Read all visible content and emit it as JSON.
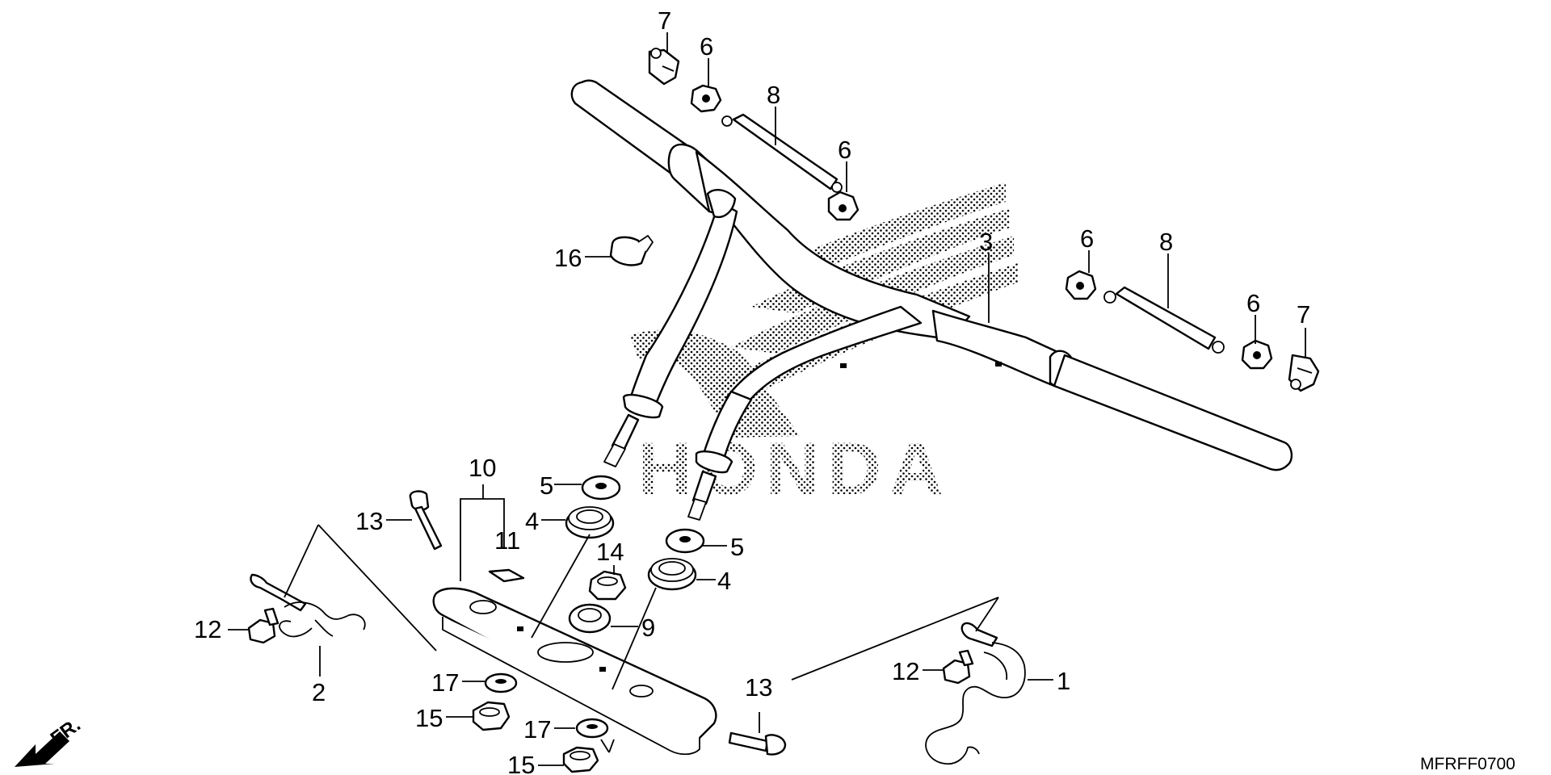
{
  "diagram_code": "MFRFF0700",
  "direction_label": "FR.",
  "watermark": "HONDA",
  "callouts": {
    "c7a": "7",
    "c6a": "6",
    "c8a": "8",
    "c6b": "6",
    "c16": "16",
    "c3": "3",
    "c6c": "6",
    "c8b": "8",
    "c6d": "6",
    "c7b": "7",
    "c10": "10",
    "c13a": "13",
    "c11": "11",
    "c5a": "5",
    "c4a": "4",
    "c14": "14",
    "c5b": "5",
    "c4b": "4",
    "c9": "9",
    "c12a": "12",
    "c2": "2",
    "c17a": "17",
    "c15a": "15",
    "c17b": "17",
    "c15b": "15",
    "c13b": "13",
    "c12b": "12",
    "c1": "1"
  }
}
